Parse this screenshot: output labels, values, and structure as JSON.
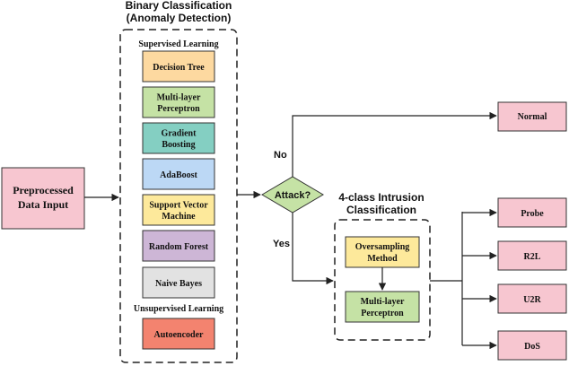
{
  "colors": {
    "input": "#f7c6d0",
    "decision_tree": "#fdd9a0",
    "mlp": "#c5e2a5",
    "gradient_boosting": "#84cfc2",
    "adaboost": "#bcd8f5",
    "svm": "#fde99b",
    "random_forest": "#cdb6d6",
    "naive_bayes": "#e2e2e2",
    "autoencoder": "#f3836f",
    "attack": "#c5e2a5",
    "oversampling": "#fde99b",
    "mlp2": "#c5e2a5",
    "outputs": "#f7c6d0"
  },
  "input": {
    "line1": "Preprocessed",
    "line2": "Data Input"
  },
  "binary": {
    "title_line1": "Binary Classification",
    "title_line2": "(Anomaly Detection)",
    "supervised_label": "Supervised Learning",
    "unsupervised_label": "Unsupervised Learning",
    "models": [
      {
        "key": "decision_tree",
        "line1": "Decision Tree",
        "line2": ""
      },
      {
        "key": "mlp",
        "line1": "Multi-layer",
        "line2": "Perceptron"
      },
      {
        "key": "gradient_boosting",
        "line1": "Gradient",
        "line2": "Boosting"
      },
      {
        "key": "adaboost",
        "line1": "AdaBoost",
        "line2": ""
      },
      {
        "key": "svm",
        "line1": "Support Vector",
        "line2": "Machine"
      },
      {
        "key": "random_forest",
        "line1": "Random Forest",
        "line2": ""
      },
      {
        "key": "naive_bayes",
        "line1": "Naive Bayes",
        "line2": ""
      }
    ],
    "unsupervised_models": [
      {
        "key": "autoencoder",
        "line1": "Autoencoder",
        "line2": ""
      }
    ]
  },
  "decision": {
    "label": "Attack?",
    "no_label": "No",
    "yes_label": "Yes"
  },
  "multiclass": {
    "title_line1": "4-class Intrusion",
    "title_line2": "Classification",
    "oversampling": {
      "line1": "Oversampling",
      "line2": "Method"
    },
    "mlp": {
      "line1": "Multi-layer",
      "line2": "Perceptron"
    }
  },
  "outputs": {
    "normal": "Normal",
    "classes": [
      "Probe",
      "R2L",
      "U2R",
      "DoS"
    ]
  }
}
